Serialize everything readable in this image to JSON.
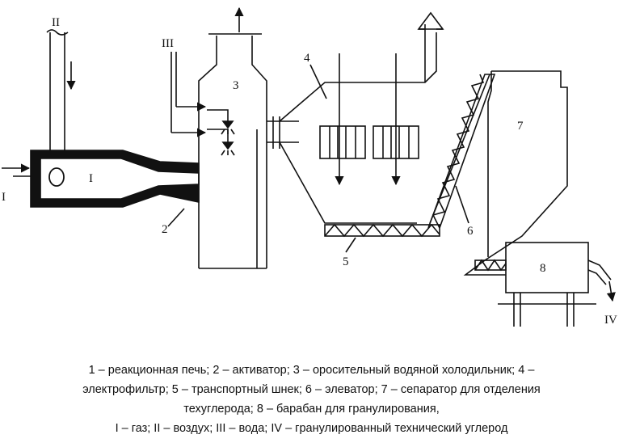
{
  "labels": {
    "n1": "1",
    "n2": "2",
    "n3": "3",
    "n4": "4",
    "n5": "5",
    "n6": "6",
    "n7": "7",
    "n8": "8",
    "s1": "I",
    "s2": "II",
    "s3": "III",
    "s4": "IV",
    "furnace": "I"
  },
  "caption": {
    "line1": "1 – реакционная печь; 2 – активатор; 3 – оросительный водяной холодильник; 4 –",
    "line2": "электрофильтр; 5 – транспортный шнек; 6 – элеватор; 7 – сепаратор для отделения",
    "line3": "техуглерода; 8 – барабан для гранулирования,",
    "line4": "I – газ; II – воздух; III – вода; IV – гранулированный технический углерод"
  }
}
